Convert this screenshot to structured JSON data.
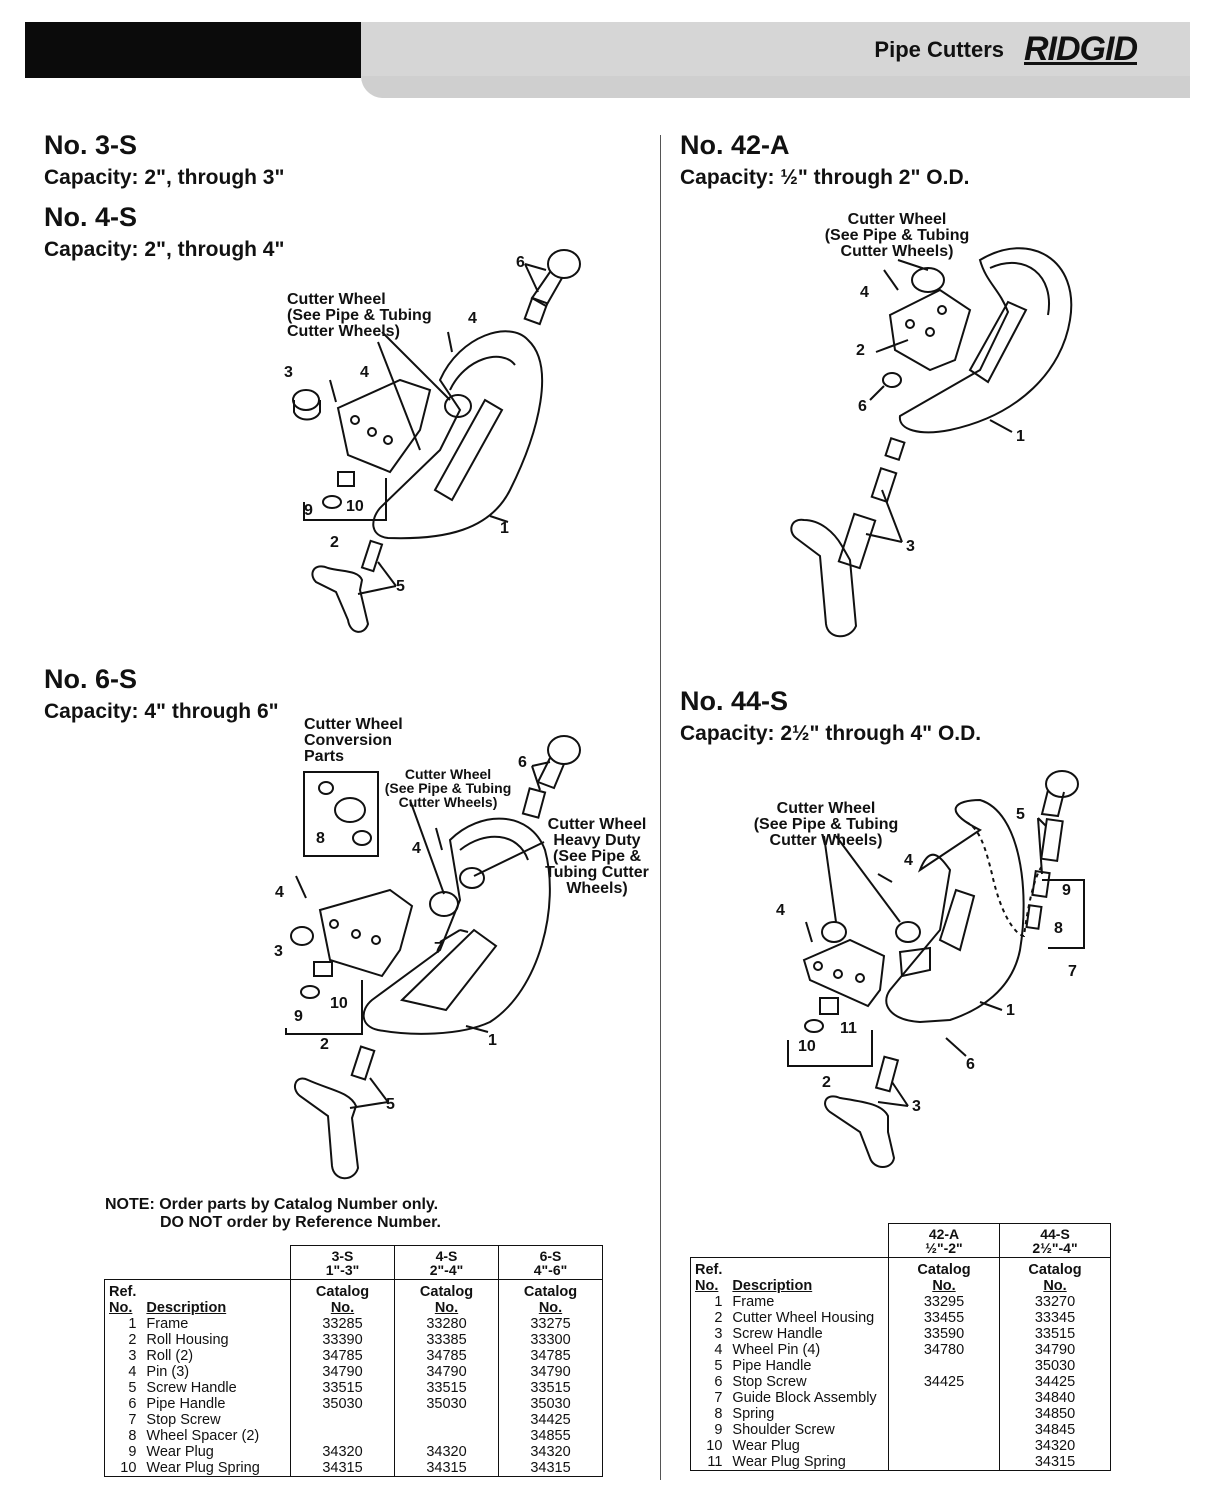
{
  "header": {
    "title": "Pipe Cutters",
    "logo": "RIDGID"
  },
  "sections": {
    "s3": {
      "model": "No. 3-S",
      "capacity": "Capacity: 2\", through 3\""
    },
    "s4": {
      "model": "No. 4-S",
      "capacity": "Capacity: 2\", through 4\""
    },
    "s42": {
      "model": "No. 42-A",
      "capacity": "Capacity: ½\" through 2\" O.D."
    },
    "s6": {
      "model": "No. 6-S",
      "capacity": "Capacity: 4\" through 6\""
    },
    "s44": {
      "model": "No. 44-S",
      "capacity": "Capacity: 2½\" through 4\" O.D."
    }
  },
  "labels": {
    "cutter_wheel_l1": "Cutter Wheel",
    "cutter_wheel_l2": "(See Pipe & Tubing",
    "cutter_wheel_l3": "Cutter Wheels)",
    "conv_l1": "Cutter Wheel",
    "conv_l2": "Conversion",
    "conv_l3": "Parts",
    "hd_l1": "Cutter Wheel",
    "hd_l2": "Heavy Duty",
    "hd_l3": "(See Pipe &",
    "hd_l4": "Tubing Cutter",
    "hd_l5": "Wheels)"
  },
  "refnums": [
    "1",
    "2",
    "3",
    "4",
    "5",
    "6",
    "7",
    "8",
    "9",
    "10",
    "11"
  ],
  "note": {
    "line1": "NOTE: Order parts by Catalog Number only.",
    "line2": "DO NOT order by Reference Number."
  },
  "table_left": {
    "models": [
      {
        "name": "3-S",
        "range": "1\"-3\""
      },
      {
        "name": "4-S",
        "range": "2\"-4\""
      },
      {
        "name": "6-S",
        "range": "4\"-6\""
      }
    ],
    "col_ref": "Ref.",
    "col_no": "No.",
    "col_desc": "Description",
    "col_catalog": "Catalog",
    "col_catno": "No.",
    "rows": [
      {
        "ref": "1",
        "desc": "Frame",
        "v": [
          "33285",
          "33280",
          "33275"
        ]
      },
      {
        "ref": "2",
        "desc": "Roll Housing",
        "v": [
          "33390",
          "33385",
          "33300"
        ]
      },
      {
        "ref": "3",
        "desc": "Roll (2)",
        "v": [
          "34785",
          "34785",
          "34785"
        ]
      },
      {
        "ref": "4",
        "desc": "Pin (3)",
        "v": [
          "34790",
          "34790",
          "34790"
        ]
      },
      {
        "ref": "5",
        "desc": "Screw Handle",
        "v": [
          "33515",
          "33515",
          "33515"
        ]
      },
      {
        "ref": "6",
        "desc": "Pipe Handle",
        "v": [
          "35030",
          "35030",
          "35030"
        ]
      },
      {
        "ref": "7",
        "desc": "Stop Screw",
        "v": [
          "",
          "",
          "34425"
        ]
      },
      {
        "ref": "8",
        "desc": "Wheel Spacer (2)",
        "v": [
          "",
          "",
          "34855"
        ]
      },
      {
        "ref": "9",
        "desc": "Wear Plug",
        "v": [
          "34320",
          "34320",
          "34320"
        ]
      },
      {
        "ref": "10",
        "desc": "Wear Plug Spring",
        "v": [
          "34315",
          "34315",
          "34315"
        ]
      }
    ]
  },
  "table_right": {
    "models": [
      {
        "name": "42-A",
        "range": "½\"-2\""
      },
      {
        "name": "44-S",
        "range": "2½\"-4\""
      }
    ],
    "col_ref": "Ref.",
    "col_no": "No.",
    "col_desc": "Description",
    "col_catalog": "Catalog",
    "col_catno": "No.",
    "rows": [
      {
        "ref": "1",
        "desc": "Frame",
        "v": [
          "33295",
          "33270"
        ]
      },
      {
        "ref": "2",
        "desc": "Cutter Wheel Housing",
        "v": [
          "33455",
          "33345"
        ]
      },
      {
        "ref": "3",
        "desc": "Screw Handle",
        "v": [
          "33590",
          "33515"
        ]
      },
      {
        "ref": "4",
        "desc": "Wheel Pin (4)",
        "v": [
          "34780",
          "34790"
        ]
      },
      {
        "ref": "5",
        "desc": "Pipe Handle",
        "v": [
          "",
          "35030"
        ]
      },
      {
        "ref": "6",
        "desc": "Stop Screw",
        "v": [
          "34425",
          "34425"
        ]
      },
      {
        "ref": "7",
        "desc": "Guide Block Assembly",
        "v": [
          "",
          "34840"
        ]
      },
      {
        "ref": "8",
        "desc": "Spring",
        "v": [
          "",
          "34850"
        ]
      },
      {
        "ref": "9",
        "desc": "Shoulder Screw",
        "v": [
          "",
          "34845"
        ]
      },
      {
        "ref": "10",
        "desc": "Wear Plug",
        "v": [
          "",
          "34320"
        ]
      },
      {
        "ref": "11",
        "desc": "Wear Plug Spring",
        "v": [
          "",
          "34315"
        ]
      }
    ]
  }
}
